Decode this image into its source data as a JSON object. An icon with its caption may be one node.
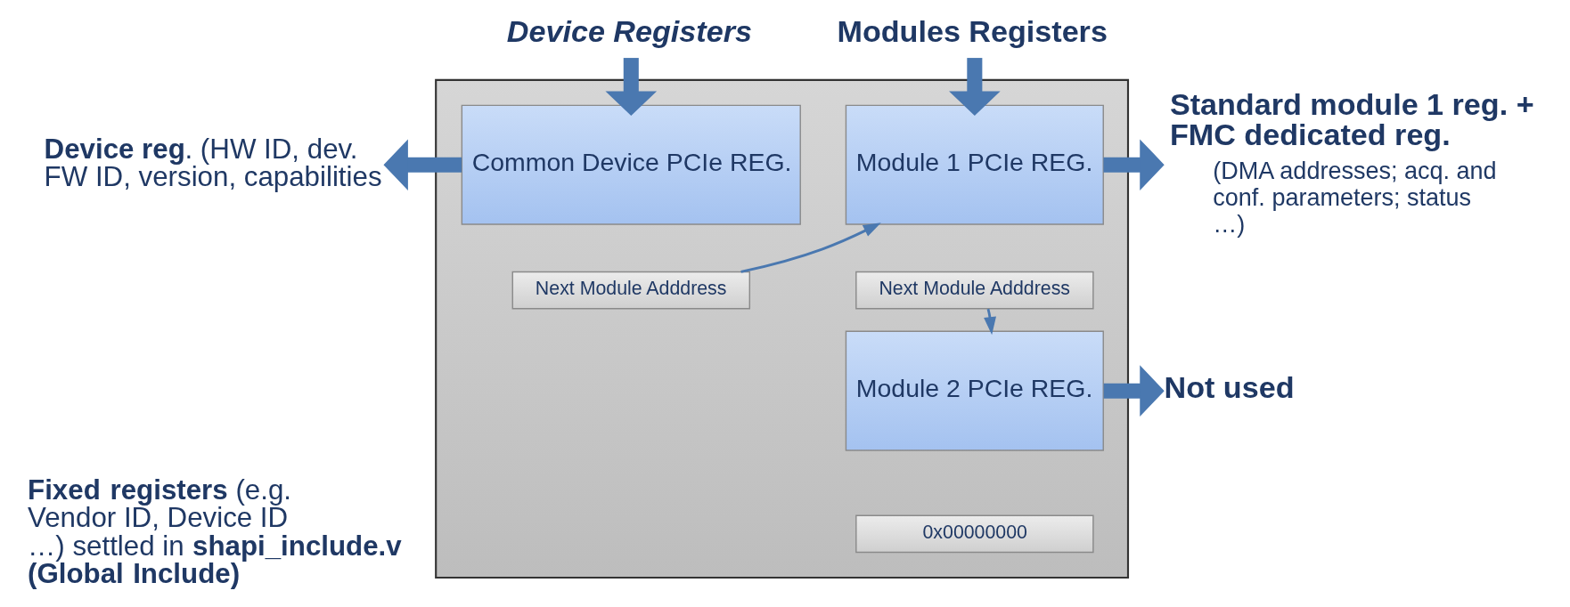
{
  "diagram": {
    "nodes": [
      {
        "text": [
          "Device Registers"
        ]
      },
      {
        "text": [
          "Modules Registers"
        ]
      },
      {
        "text": [],
        "shape": "box"
      },
      {
        "text": [
          "Common Device PCIe REG."
        ],
        "in": 2
      },
      {
        "text": [
          "Next Module Adddress"
        ],
        "in": 2
      },
      {
        "text": [
          "Module 1 PCIe REG."
        ],
        "in": 2
      },
      {
        "text": [
          "Next Module Adddress"
        ],
        "in": 2
      },
      {
        "text": [
          "Module 2 PCIe REG."
        ],
        "in": 2
      },
      {
        "text": [
          "0x00000000"
        ],
        "in": 2
      },
      {
        "text": [
          "**Device reg**. (HW ID, dev. FW ID, version, capabilities"
        ]
      },
      {
        "text": [
          "Standard module 1 reg. + FMC dedicated reg.",
          "(DMA addresses; acq. and conf. parameters; status …)"
        ]
      },
      {
        "text": [
          "Not used"
        ]
      }
    ],
    "edges": [
      {
        "from": 0,
        "to": 3,
        "arrow": "to"
      },
      {
        "from": 1,
        "to": 5,
        "arrow": "to"
      },
      {
        "from": 3,
        "to": 9,
        "arrow": "to"
      },
      {
        "from": 4,
        "to": 5,
        "arrow": "to"
      },
      {
        "from": 5,
        "to": 10,
        "arrow": "to"
      },
      {
        "from": 6,
        "to": 7,
        "arrow": "to"
      },
      {
        "from": 7,
        "to": 11,
        "arrow": "to"
      }
    ],
    "labels": [
      "**Fixed registers** (e.g. Vendor ID, Device ID …) settled in **shapi_include.v (Global Include)**"
    ]
  }
}
